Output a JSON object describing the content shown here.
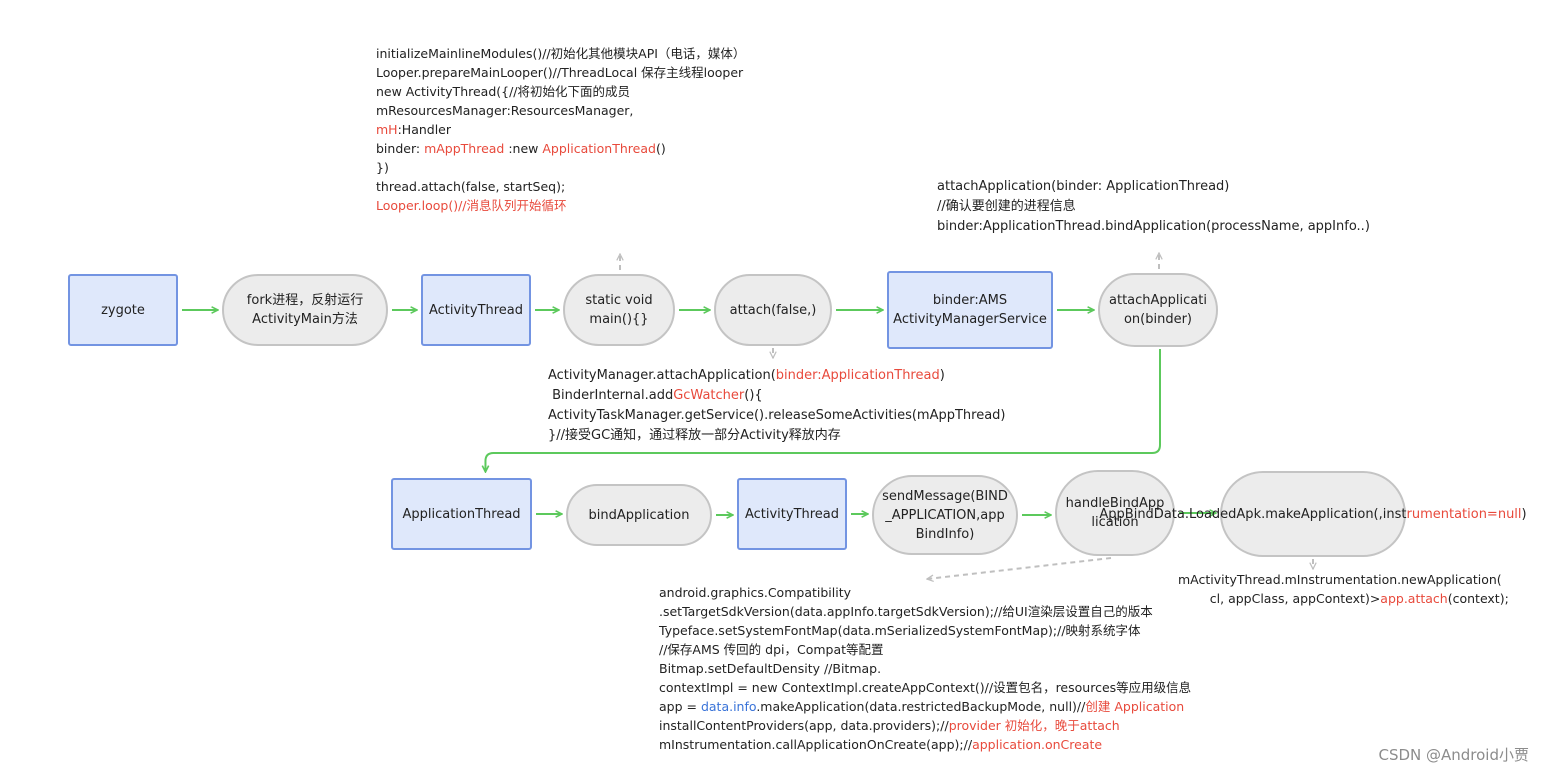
{
  "colors": {
    "node_fill": "#dfe8fb",
    "node_border": "#7394e2",
    "pill_fill": "#ececec",
    "pill_border": "#c4c4c4",
    "flow_arrow": "#5cc95c",
    "dashed_arrow": "#bfbfbf",
    "highlight_red": "#e84a3c",
    "highlight_blue": "#3973d8"
  },
  "nodes": [
    {
      "id": "zygote",
      "shape": "rect",
      "label": "zygote"
    },
    {
      "id": "fork",
      "shape": "oval",
      "label": "fork进程，反射运行\nActivityMain方法"
    },
    {
      "id": "activity_thread_1",
      "shape": "rect",
      "label": "ActivityThread"
    },
    {
      "id": "static_main",
      "shape": "oval",
      "label": "static void\nmain(){}"
    },
    {
      "id": "attach",
      "shape": "oval",
      "label": "attach(false,)"
    },
    {
      "id": "binder_ams",
      "shape": "rect",
      "label": "binder:AMS\nActivityManagerService"
    },
    {
      "id": "attach_application",
      "shape": "oval",
      "label": "attachApplicati\non(binder)"
    },
    {
      "id": "application_thread",
      "shape": "rect",
      "label": "ApplicationThread"
    },
    {
      "id": "bind_application",
      "shape": "oval",
      "label": "bindApplication"
    },
    {
      "id": "activity_thread_2",
      "shape": "rect",
      "label": "ActivityThread"
    },
    {
      "id": "send_message",
      "shape": "oval",
      "label": "sendMessage(BIND\n_APPLICATION,app\nBindInfo)"
    },
    {
      "id": "handle_bind",
      "shape": "oval",
      "label": "handleBindApp\nlication"
    },
    {
      "id": "loaded_apk",
      "shape": "oval",
      "label_lines": [
        [
          {
            "t": "AppBindData.LoadedAp"
          }
        ],
        [
          {
            "t": "k.makeApplication(,inst"
          }
        ],
        [
          {
            "t": "rumentation=null",
            "c": "red"
          },
          {
            "t": ")"
          }
        ]
      ]
    }
  ],
  "edges": [
    {
      "from": "zygote",
      "to": "fork",
      "style": "solid"
    },
    {
      "from": "fork",
      "to": "activity_thread_1",
      "style": "solid"
    },
    {
      "from": "activity_thread_1",
      "to": "static_main",
      "style": "solid"
    },
    {
      "from": "static_main",
      "to": "attach",
      "style": "solid"
    },
    {
      "from": "attach",
      "to": "binder_ams",
      "style": "solid"
    },
    {
      "from": "binder_ams",
      "to": "attach_application",
      "style": "solid"
    },
    {
      "from": "attach_application",
      "to": "application_thread",
      "style": "solid"
    },
    {
      "from": "application_thread",
      "to": "bind_application",
      "style": "solid"
    },
    {
      "from": "bind_application",
      "to": "activity_thread_2",
      "style": "solid"
    },
    {
      "from": "activity_thread_2",
      "to": "send_message",
      "style": "solid"
    },
    {
      "from": "send_message",
      "to": "handle_bind",
      "style": "solid"
    },
    {
      "from": "handle_bind",
      "to": "loaded_apk",
      "style": "solid"
    },
    {
      "from": "static_main",
      "to": "note_main",
      "style": "dashed"
    },
    {
      "from": "attach",
      "to": "note_attach",
      "style": "dashed"
    },
    {
      "from": "attach_application",
      "to": "note_attach_app",
      "style": "dashed"
    },
    {
      "from": "handle_bind",
      "to": "note_handle_bind",
      "style": "dashed"
    },
    {
      "from": "loaded_apk",
      "to": "note_new_application",
      "style": "dashed"
    }
  ],
  "notes": [
    {
      "id": "note_main",
      "lines": [
        [
          {
            "t": "initializeMainlineModules()//初始化其他模块API（电话，媒体）"
          }
        ],
        [
          {
            "t": "Looper.prepareMainLooper()//ThreadLocal 保存主线程looper"
          }
        ],
        [
          {
            "t": "new ActivityThread({//将初始化下面的成员"
          }
        ],
        [
          {
            "t": "mResourcesManager:ResourcesManager,"
          }
        ],
        [
          {
            "t": "mH",
            "c": "red"
          },
          {
            "t": ":Handler"
          }
        ],
        [
          {
            "t": "binder: "
          },
          {
            "t": "mAppThread",
            "c": "red"
          },
          {
            "t": " :new "
          },
          {
            "t": "ApplicationThread",
            "c": "red"
          },
          {
            "t": "()"
          }
        ],
        [
          {
            "t": "})"
          }
        ],
        [
          {
            "t": "thread.attach(false, startSeq);"
          }
        ],
        [
          {
            "t": "Looper.loop()//",
            "c": "red"
          },
          {
            "t": "消息队列开始循环",
            "c": "red"
          }
        ]
      ]
    },
    {
      "id": "note_attach_app",
      "lines": [
        [
          {
            "t": "attachApplication(binder: ApplicationThread)"
          }
        ],
        [
          {
            "t": "//确认要创建的进程信息"
          }
        ],
        [
          {
            "t": "binder:ApplicationThread.bindApplication(processName, appInfo..)"
          }
        ]
      ]
    },
    {
      "id": "note_attach",
      "lines": [
        [
          {
            "t": "ActivityManager.attachApplication("
          },
          {
            "t": "binder:ApplicationThread",
            "c": "red"
          },
          {
            "t": ")"
          }
        ],
        [
          {
            "t": " BinderInternal.add"
          },
          {
            "t": "GcWatcher",
            "c": "red"
          },
          {
            "t": "(){"
          }
        ],
        [
          {
            "t": "ActivityTaskManager.getService().releaseSomeActivities(mAppThread)"
          }
        ],
        [
          {
            "t": "}//接受GC通知，通过释放一部分Activity释放内存"
          }
        ]
      ]
    },
    {
      "id": "note_handle_bind",
      "lines": [
        [
          {
            "t": "android.graphics.Compatibility"
          }
        ],
        [
          {
            "t": ".setTargetSdkVersion(data.appInfo.targetSdkVersion);//给UI渲染层设置自己的版本"
          }
        ],
        [
          {
            "t": "Typeface.setSystemFontMap(data.mSerializedSystemFontMap);//映射系统字体"
          }
        ],
        [
          {
            "t": "//保存AMS 传回的 dpi，Compat等配置"
          }
        ],
        [
          {
            "t": "Bitmap.setDefaultDensity //Bitmap."
          }
        ],
        [
          {
            "t": "contextImpl = new ContextImpl.createAppContext()//设置包名，resources等应用级信息"
          }
        ],
        [
          {
            "t": "app = "
          },
          {
            "t": "data.info",
            "c": "blue"
          },
          {
            "t": ".makeApplication(data.restrictedBackupMode, null)//"
          },
          {
            "t": "创建 Application",
            "c": "red"
          }
        ],
        [
          {
            "t": "installContentProviders(app, data.providers);//"
          },
          {
            "t": "provider 初始化，晚于attach",
            "c": "red"
          }
        ],
        [
          {
            "t": "mInstrumentation.callApplicationOnCreate(app);//"
          },
          {
            "t": "application.onCreate",
            "c": "red"
          }
        ]
      ]
    },
    {
      "id": "note_new_application",
      "lines": [
        [
          {
            "t": "mActivityThread.mInstrumentation.newApplication("
          }
        ],
        [
          {
            "t": "        cl, appClass, appContext)>"
          },
          {
            "t": "app.attach",
            "c": "red"
          },
          {
            "t": "(context);"
          }
        ]
      ]
    }
  ],
  "watermark": "CSDN @Android小贾"
}
